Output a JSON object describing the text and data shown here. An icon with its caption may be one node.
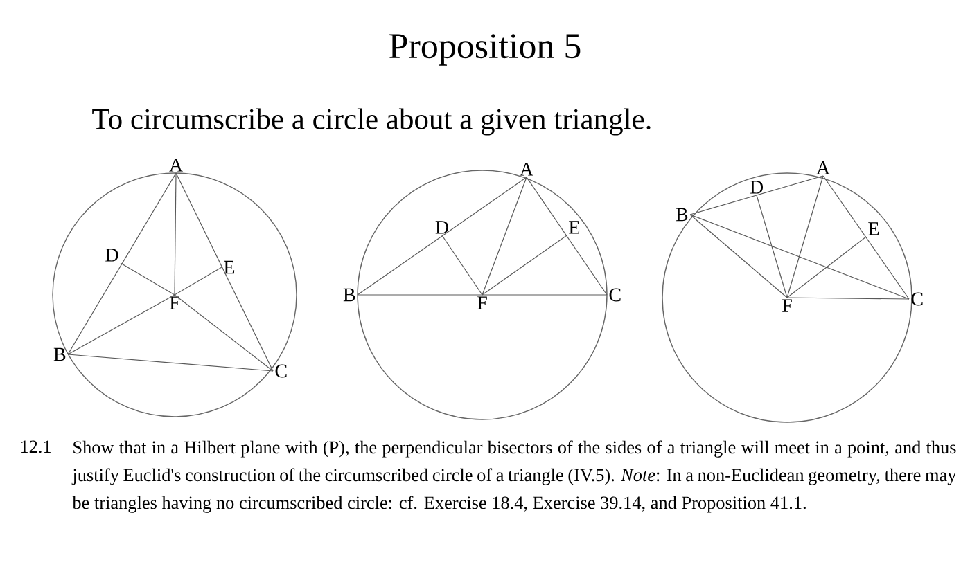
{
  "diagram": {
    "title": "Proposition 5",
    "nodes": [
      {
        "text": [
          "A"
        ]
      },
      {
        "text": [
          "B"
        ]
      },
      {
        "text": [
          "C"
        ]
      },
      {
        "text": [
          "D"
        ]
      },
      {
        "text": [
          "E"
        ]
      },
      {
        "text": [
          "F"
        ]
      },
      {
        "text": [
          "A"
        ]
      },
      {
        "text": [
          "B"
        ]
      },
      {
        "text": [
          "C"
        ]
      },
      {
        "text": [
          "D"
        ]
      },
      {
        "text": [
          "E"
        ]
      },
      {
        "text": [
          "F"
        ]
      },
      {
        "text": [
          "A"
        ]
      },
      {
        "text": [
          "B"
        ]
      },
      {
        "text": [
          "C"
        ]
      },
      {
        "text": [
          "D"
        ]
      },
      {
        "text": [
          "E"
        ]
      },
      {
        "text": [
          "F"
        ]
      }
    ],
    "edges": [
      {
        "from": 0,
        "to": 1,
        "arrow": "none"
      },
      {
        "from": 0,
        "to": 2,
        "arrow": "none"
      },
      {
        "from": 1,
        "to": 2,
        "arrow": "none"
      },
      {
        "from": 3,
        "to": 5,
        "arrow": "none"
      },
      {
        "from": 4,
        "to": 5,
        "arrow": "none"
      },
      {
        "from": 0,
        "to": 5,
        "arrow": "none"
      },
      {
        "from": 1,
        "to": 5,
        "arrow": "none"
      },
      {
        "from": 2,
        "to": 5,
        "arrow": "none"
      },
      {
        "from": 6,
        "to": 7,
        "arrow": "none"
      },
      {
        "from": 6,
        "to": 8,
        "arrow": "none"
      },
      {
        "from": 7,
        "to": 8,
        "arrow": "none"
      },
      {
        "from": 9,
        "to": 11,
        "arrow": "none"
      },
      {
        "from": 10,
        "to": 11,
        "arrow": "none"
      },
      {
        "from": 6,
        "to": 11,
        "arrow": "none"
      },
      {
        "from": 12,
        "to": 13,
        "arrow": "none"
      },
      {
        "from": 12,
        "to": 14,
        "arrow": "none"
      },
      {
        "from": 13,
        "to": 14,
        "arrow": "none"
      },
      {
        "from": 15,
        "to": 17,
        "arrow": "none"
      },
      {
        "from": 16,
        "to": 17,
        "arrow": "none"
      },
      {
        "from": 12,
        "to": 17,
        "arrow": "none"
      },
      {
        "from": 13,
        "to": 17,
        "arrow": "none"
      },
      {
        "from": 14,
        "to": 17,
        "arrow": "none"
      }
    ],
    "labels": [
      "To circumscribe a circle about a given triangle.",
      "12.1",
      "Show that in a Hilbert plane with (P), the perpendicular bisectors of the sides of a triangle will meet in a point, and thus justify Euclid's construction of the circumscribed circle of a triangle (IV.5). *Note*: In a non-Euclidean geometry, there may be triangles having no circumscribed circle: cf. Exercise 18.4, Exercise 39.14, and Proposition 41.1."
    ]
  }
}
